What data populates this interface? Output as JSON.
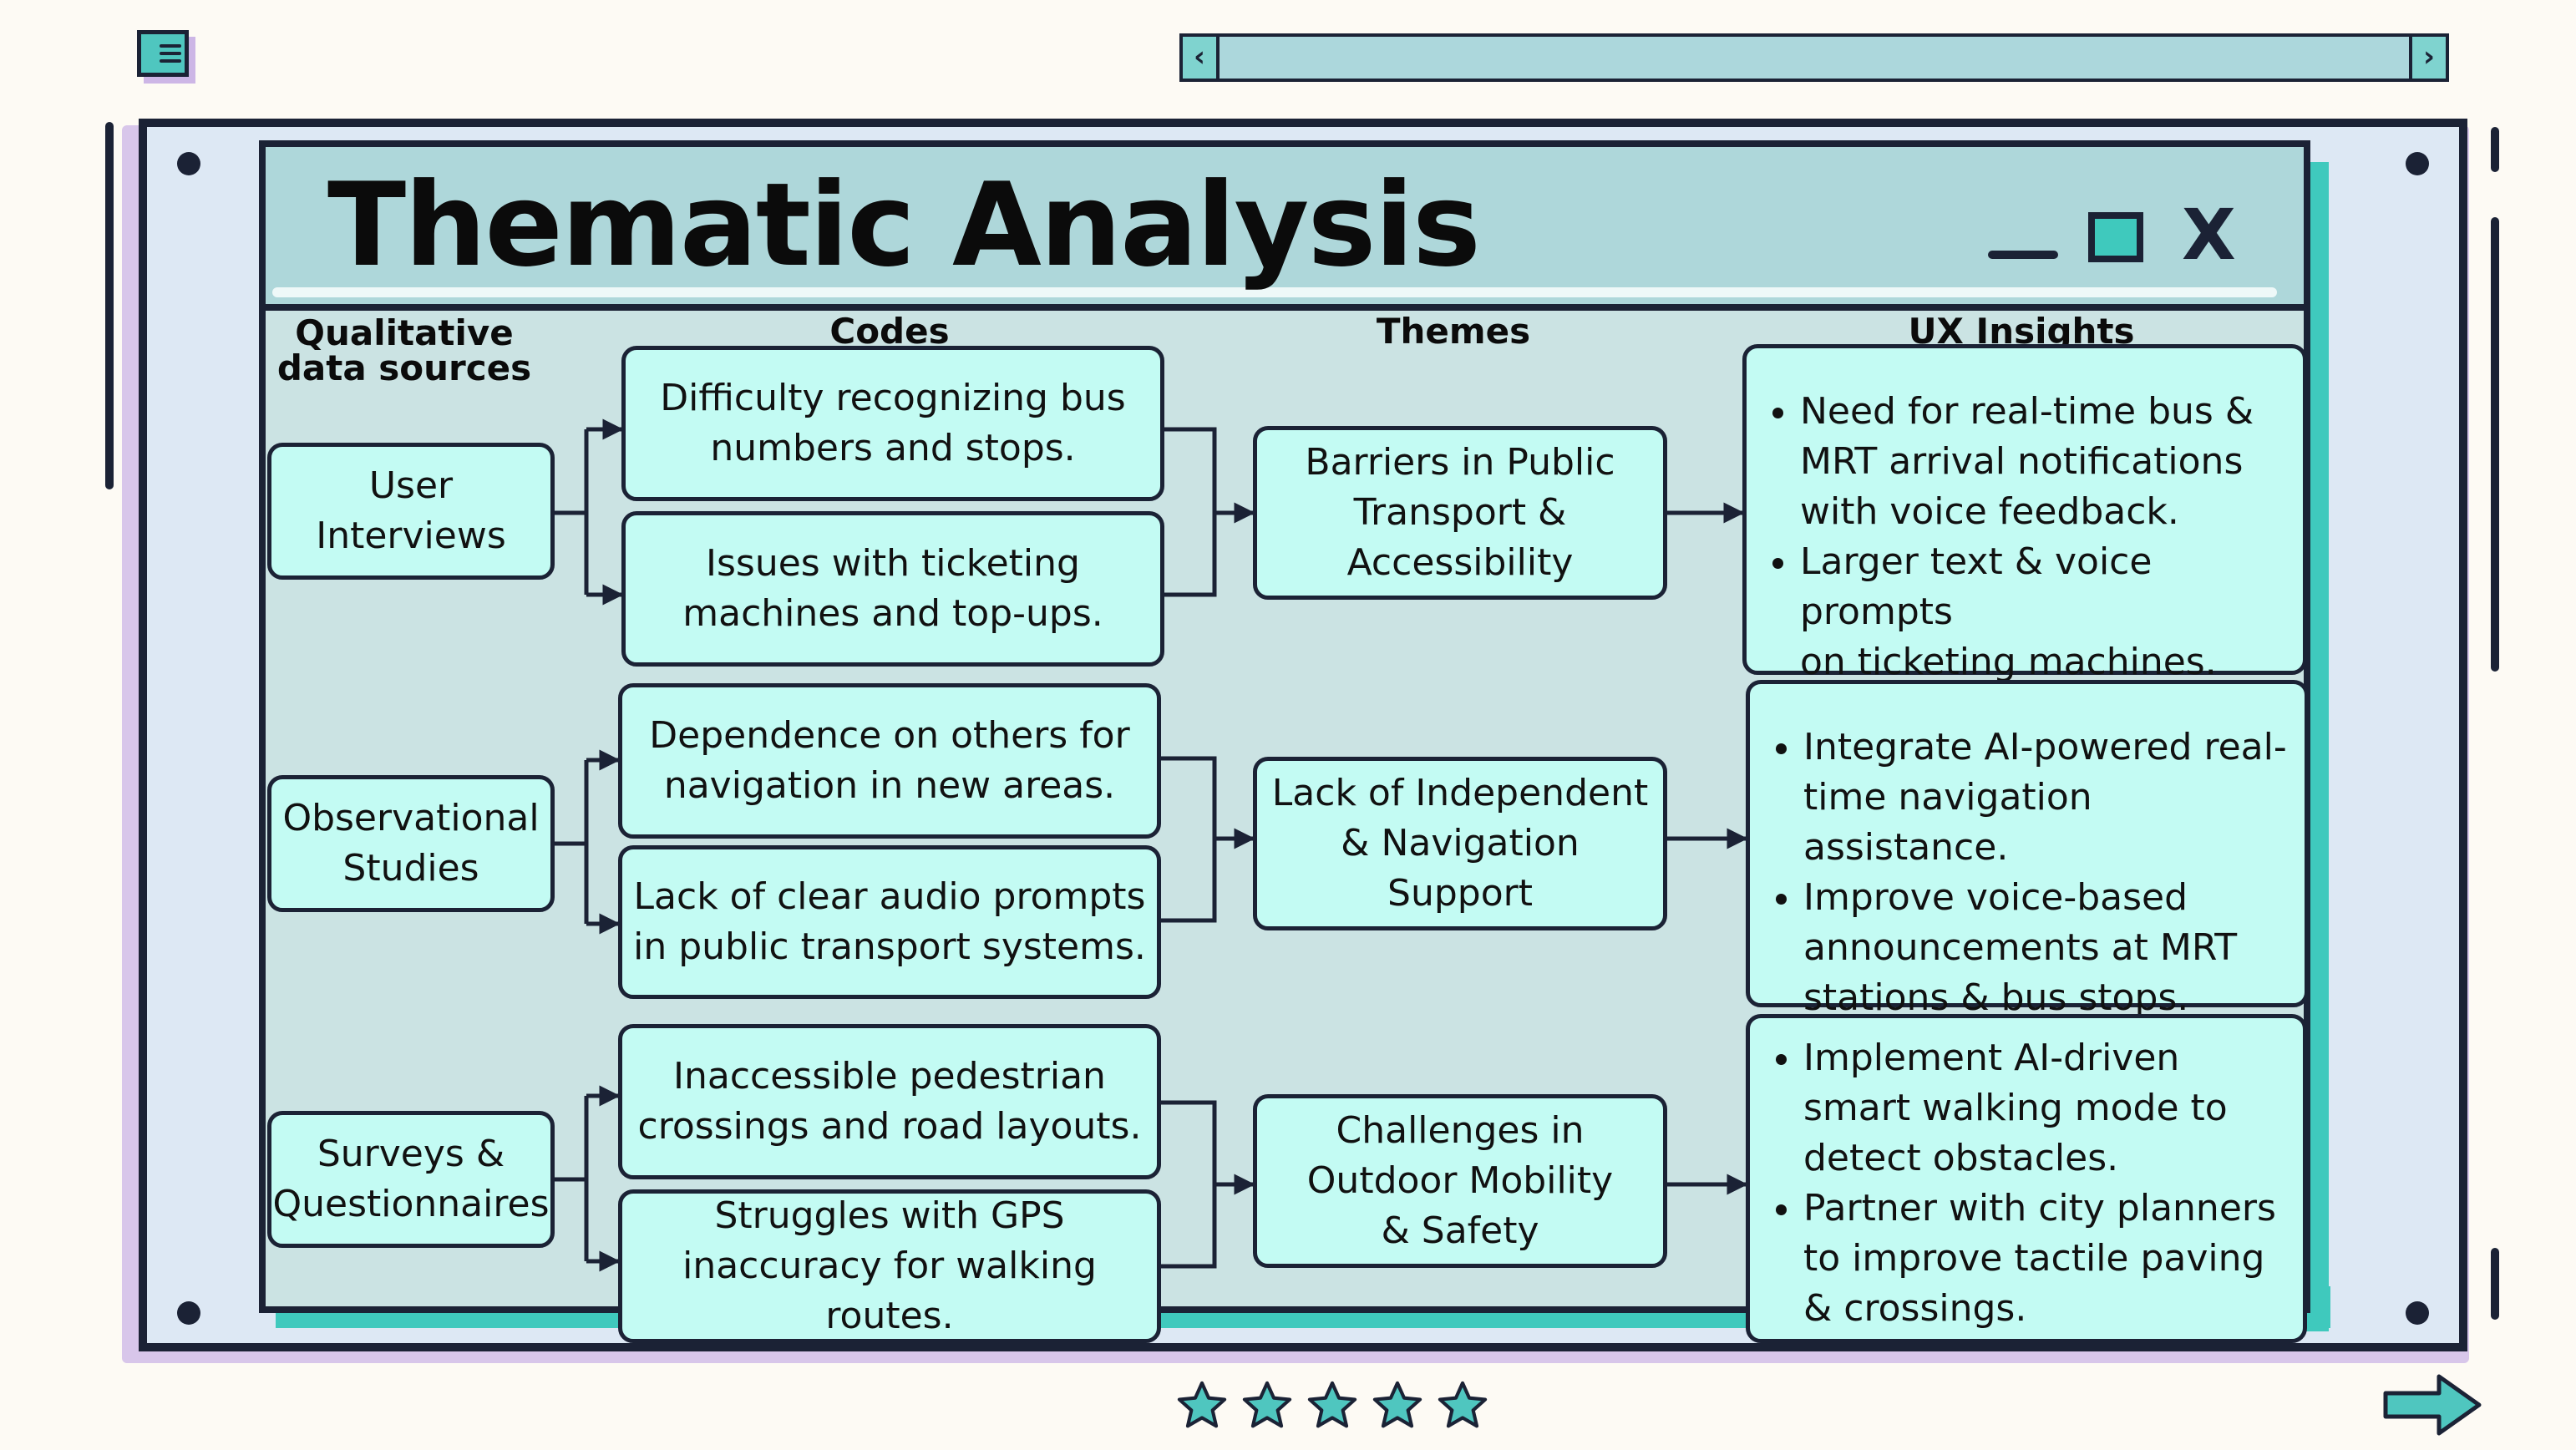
{
  "window": {
    "title": "Thematic Analysis",
    "controls": {
      "minimize": "_",
      "maximize": "□",
      "close": "X"
    }
  },
  "columns": {
    "sources": "Qualitative data sources",
    "codes": "Codes",
    "themes": "Themes",
    "insights": "UX Insights"
  },
  "rows": [
    {
      "source": [
        "User",
        "Interviews"
      ],
      "codes": [
        [
          "Difficulty recognizing bus",
          "numbers and stops."
        ],
        [
          "Issues with ticketing",
          "machines and top-ups."
        ]
      ],
      "theme": [
        "Barriers in Public",
        "Transport &",
        "Accessibility"
      ],
      "insights": [
        [
          "Need for real-time bus &",
          "MRT arrival notifications",
          "with voice feedback."
        ],
        [
          "Larger text & voice prompts",
          "on ticketing machines."
        ]
      ]
    },
    {
      "source": [
        "Observational",
        "Studies"
      ],
      "codes": [
        [
          "Dependence on others for",
          "navigation in new areas."
        ],
        [
          "Lack of clear audio prompts",
          "in public transport systems."
        ]
      ],
      "theme": [
        "Lack of Independent",
        "& Navigation",
        "Support"
      ],
      "insights": [
        [
          "Integrate AI-powered real-",
          "time navigation assistance."
        ],
        [
          "Improve voice-based",
          "announcements at MRT",
          "stations & bus stops."
        ]
      ]
    },
    {
      "source": [
        "Surveys &",
        "Questionnaires"
      ],
      "codes": [
        [
          "Inaccessible pedestrian",
          "crossings and road layouts."
        ],
        [
          "Struggles with GPS",
          "inaccuracy for walking routes."
        ]
      ],
      "theme": [
        "Challenges in",
        "Outdoor Mobility",
        "& Safety"
      ],
      "insights": [
        [
          "Implement AI-driven",
          "smart walking mode to",
          "detect obstacles."
        ],
        [
          "Partner with city planners",
          "to improve tactile paving",
          "& crossings."
        ]
      ]
    }
  ],
  "footer": {
    "stars": [
      "star-1",
      "star-2",
      "star-3",
      "star-4",
      "star-5"
    ],
    "next": "next-arrow-icon"
  },
  "colors": {
    "box_fill": "#c3fbf3",
    "accent_teal": "#3fc9bd",
    "titlebar": "#aed7da",
    "frame_border": "#1b2235",
    "frame_shadow": "#d8c6ea"
  }
}
